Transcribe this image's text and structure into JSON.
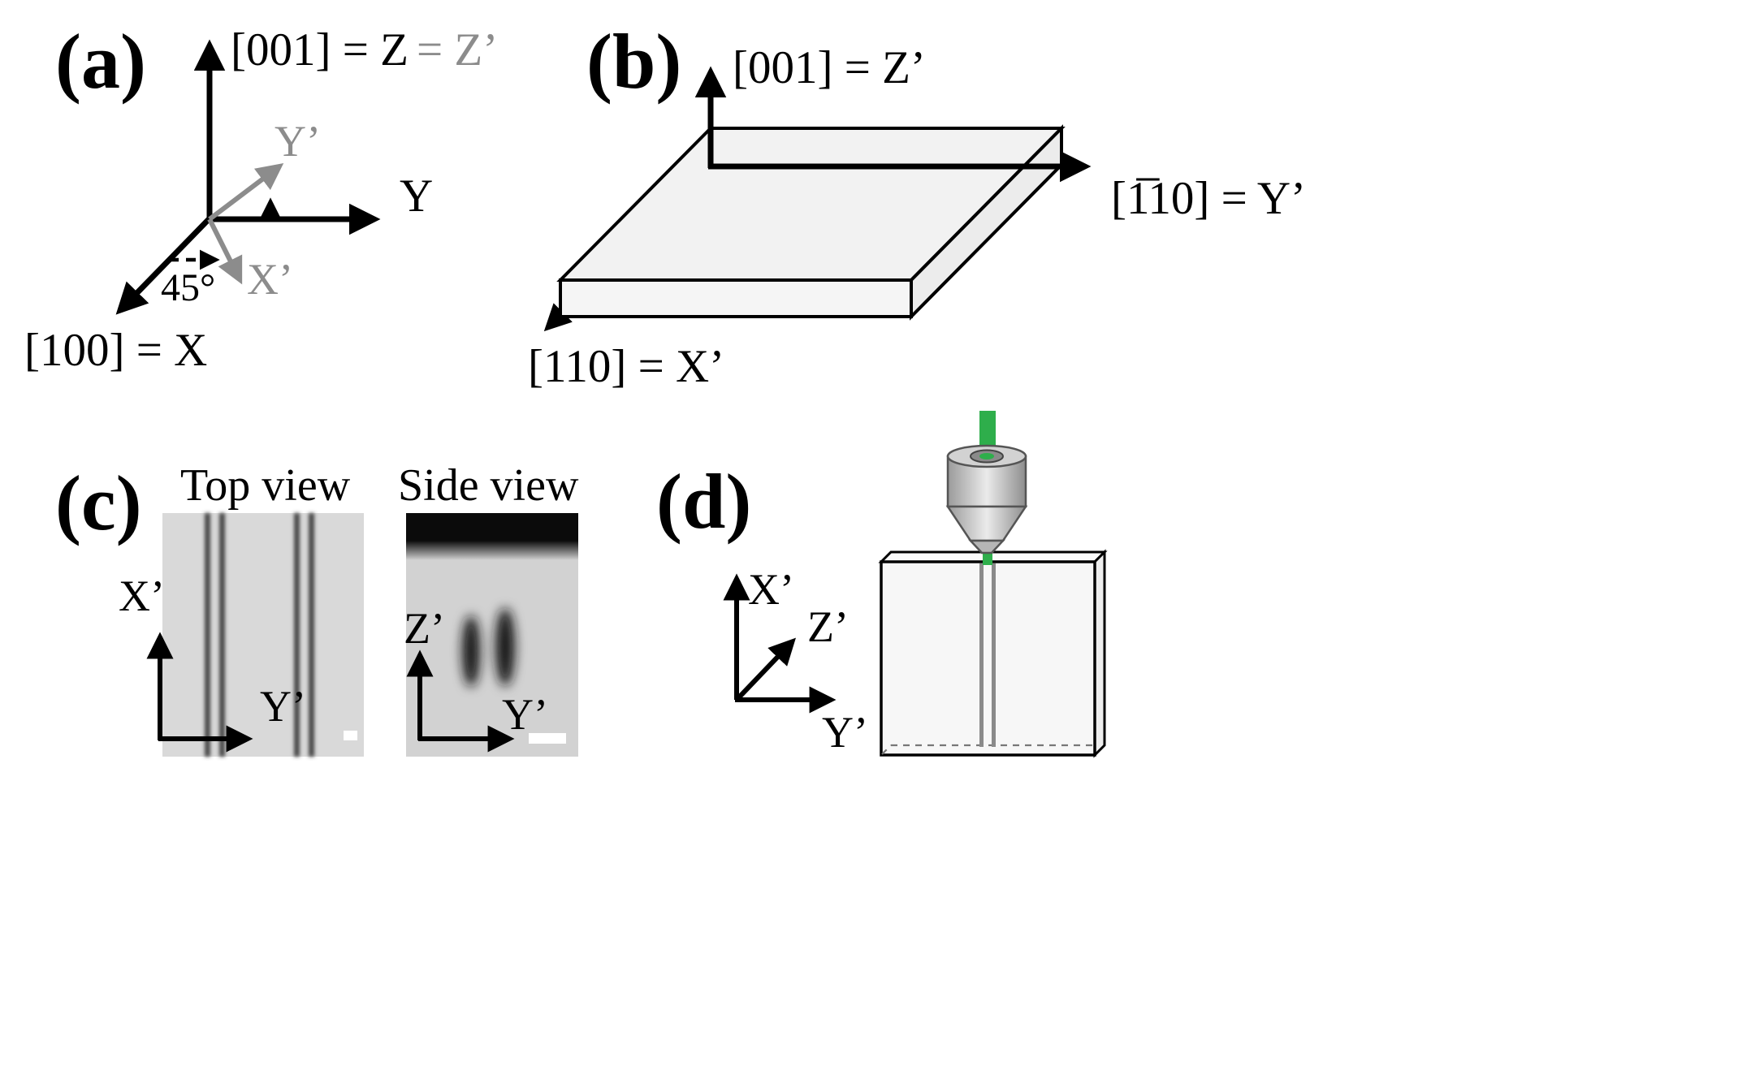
{
  "panel_a": {
    "label": "(a)",
    "z_axis_label": "[001] = Z",
    "z_axis_label_gray": "= Z’",
    "y_axis_label": "Y",
    "x_axis_label": "[100] = X",
    "y_prime_label": "Y’",
    "x_prime_label": "X’",
    "angle_label": "45°"
  },
  "panel_b": {
    "label": "(b)",
    "z_axis_label": "[001] = Z’",
    "y_axis_label": "[1̅10] = Y’",
    "x_axis_label": "[110] = X’"
  },
  "panel_c": {
    "label": "(c)",
    "top_view_title": "Top view",
    "side_view_title": "Side view",
    "top_view": {
      "x_axis_label": "X’",
      "y_axis_label": "Y’"
    },
    "side_view": {
      "z_axis_label": "Z’",
      "y_axis_label": "Y’"
    }
  },
  "panel_d": {
    "label": "(d)",
    "x_axis_label": "X’",
    "z_axis_label": "Z’",
    "y_axis_label": "Y’"
  },
  "colors": {
    "background": "#ffffff",
    "rotated_axes_gray": "#8c8c8c",
    "laser_green": "#2eae4b",
    "slab_fill": "#f2f2f2",
    "micrograph_gray": "#d6d6d6",
    "waveguide_dark": "#474747"
  }
}
